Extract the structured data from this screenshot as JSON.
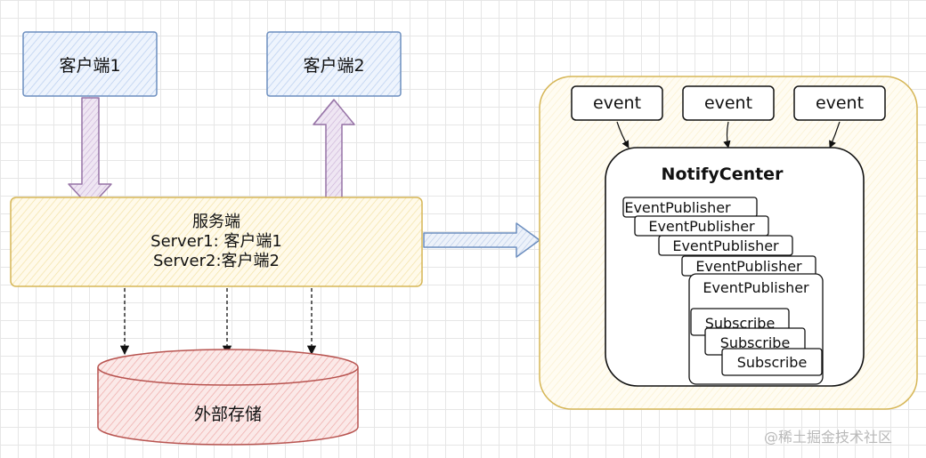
{
  "client1": {
    "label": "客户端1"
  },
  "client2": {
    "label": "客户端2"
  },
  "server": {
    "title": "服务端",
    "line1": "Server1: 客户端1",
    "line2": "Server2:客户端2"
  },
  "storage": {
    "label": "外部存储"
  },
  "events": [
    "event",
    "event",
    "event"
  ],
  "notify_center": {
    "title": "NotifyCenter",
    "publishers": [
      "EventPublisher",
      "EventPublisher",
      "EventPublisher",
      "EventPublisher",
      "EventPublisher"
    ],
    "subscribers": [
      "Subscribe",
      "Subscribe",
      "Subscribe"
    ]
  },
  "watermark": "@稀土掘金技术社区",
  "colors": {
    "client_fill": "#dae8fc",
    "client_stroke": "#6c8ebf",
    "server_fill": "#fff2cc",
    "server_stroke": "#d6b656",
    "storage_fill": "#f8cecc",
    "storage_stroke": "#b85450",
    "arrow_purple": "#9673a6",
    "arrow_blue": "#6c8ebf",
    "container_fill": "#fff9e6",
    "container_stroke": "#d6b656"
  }
}
